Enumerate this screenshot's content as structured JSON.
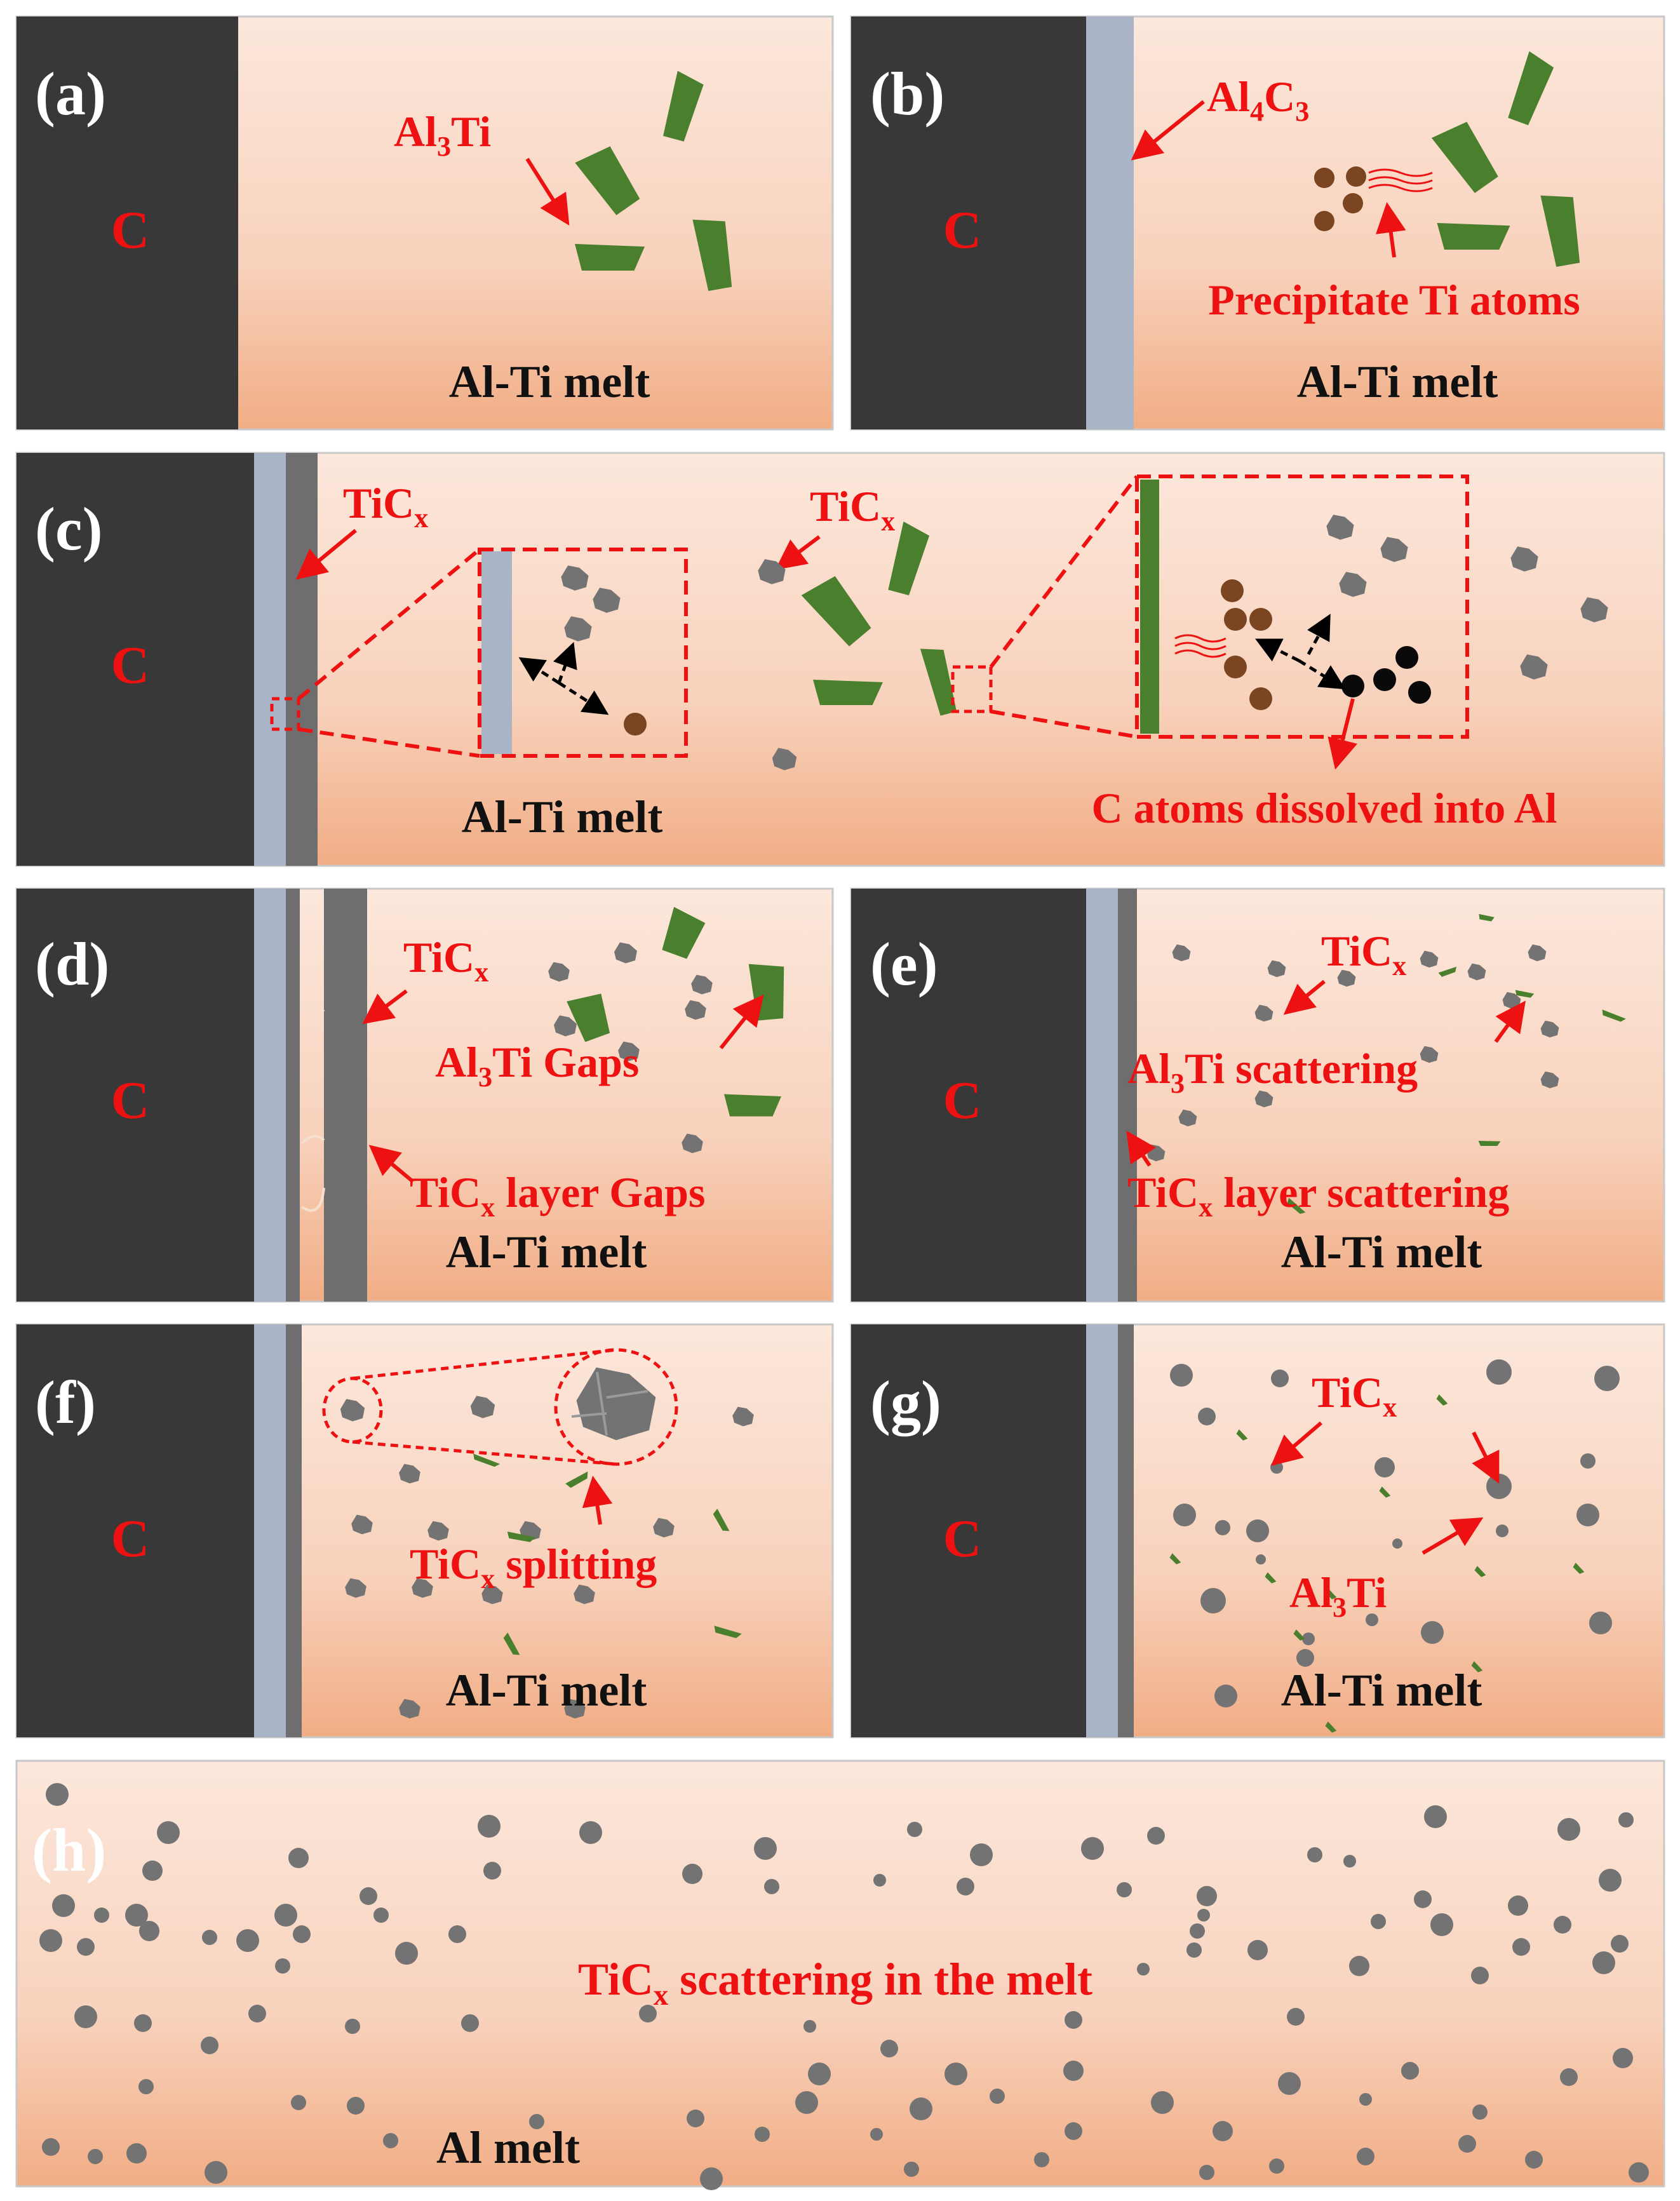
{
  "colors": {
    "carbon": "#383838",
    "al4c3": "#a9b4c7",
    "ticx_layer": "#6e6e6e",
    "al3ti": "#4a7f2e",
    "particle": "#737373",
    "ti_atom": "#7a4520",
    "c_atom": "#0a0a0a",
    "callout": "#ee1111",
    "melt_top": "#fce6d9",
    "melt_bottom": "#f1ad85"
  },
  "panels": {
    "a": {
      "tag": "(a)",
      "substrate": "C",
      "melt": "Al-Ti melt",
      "ann": {
        "al3ti": "Al3Ti"
      }
    },
    "b": {
      "tag": "(b)",
      "substrate": "C",
      "melt": "Al-Ti melt",
      "ann": {
        "al4c3": "Al4C3",
        "precip": "Precipitate Ti atoms"
      }
    },
    "c": {
      "tag": "(c)",
      "substrate": "C",
      "melt": "Al-Ti melt",
      "ann": {
        "ticx_left": "TiCx",
        "ticx_mid": "TiCx",
        "c_atoms": "C atoms dissolved into Al"
      }
    },
    "d": {
      "tag": "(d)",
      "substrate": "C",
      "melt": "Al-Ti melt",
      "ann": {
        "ticx": "TiCx",
        "al3ti_gaps": "Al3Ti Gaps",
        "layer_gaps": "TiCx layer Gaps"
      }
    },
    "e": {
      "tag": "(e)",
      "substrate": "C",
      "melt": "Al-Ti melt",
      "ann": {
        "ticx": "TiCx",
        "al3ti_scat": "Al3Ti scattering",
        "layer_scat": "TiCx layer scattering"
      }
    },
    "f": {
      "tag": "(f)",
      "substrate": "C",
      "melt": "Al-Ti melt",
      "ann": {
        "splitting": "TiCx splitting"
      }
    },
    "g": {
      "tag": "(g)",
      "substrate": "C",
      "melt": "Al-Ti melt",
      "ann": {
        "ticx": "TiCx",
        "al3ti": "Al3Ti"
      }
    },
    "h": {
      "tag": "(h)",
      "melt": "Al melt",
      "ann": {
        "scatter": "TiCx scattering in the melt"
      }
    }
  }
}
